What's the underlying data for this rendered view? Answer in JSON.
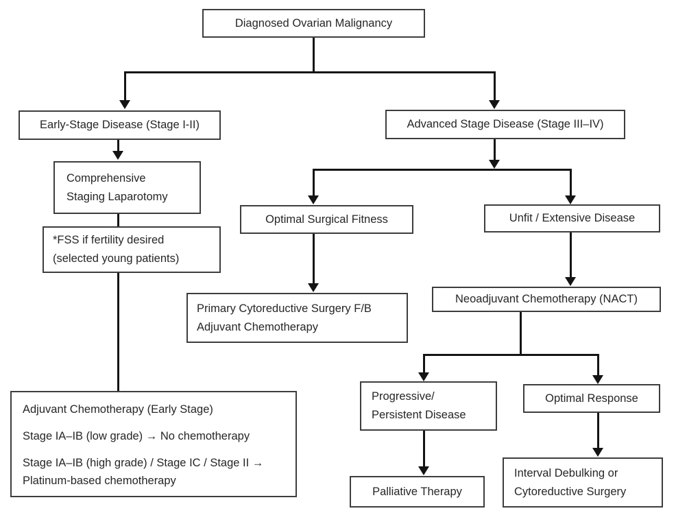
{
  "diagram_title": "Diagnosed Ovarian Malignancy treatment flowchart",
  "colors": {
    "background": "#ffffff",
    "box_border": "#3d3d3d",
    "text": "#262626",
    "connector": "#141414"
  },
  "nodes": {
    "diagnosed": {
      "label": "Diagnosed Ovarian Malignancy"
    },
    "early": {
      "label": "Early-Stage Disease (Stage I-II)"
    },
    "comprehensive": {
      "line1": "Comprehensive",
      "line2": "Staging Laparotomy"
    },
    "fss": {
      "line1": "*FSS if fertility desired",
      "line2": "(selected young patients)"
    },
    "adjuvant": {
      "items": [
        "Adjuvant Chemotherapy (Early Stage)",
        "Stage IA–IB (low grade) → No chemotherapy",
        "Stage IA–IB (high grade) / Stage IC / Stage II → Platinum-based chemotherapy"
      ]
    },
    "advanced": {
      "label": "Advanced Stage Disease (Stage III–IV)"
    },
    "optimal_fitness": {
      "label": "Optimal Surgical Fitness"
    },
    "unfit": {
      "label": "Unfit / Extensive Disease"
    },
    "primary": {
      "line1": "Primary Cytoreductive Surgery F/B",
      "line2": "Adjuvant Chemotherapy"
    },
    "nact": {
      "label": "Neoadjuvant Chemotherapy (NACT)"
    },
    "progressive": {
      "line1": "Progressive/",
      "line2": "Persistent Disease"
    },
    "optimal_response": {
      "label": "Optimal Response"
    },
    "palliative": {
      "label": "Palliative Therapy"
    },
    "interval": {
      "line1": "Interval Debulking or",
      "line2": "Cytoreductive Surgery"
    }
  }
}
